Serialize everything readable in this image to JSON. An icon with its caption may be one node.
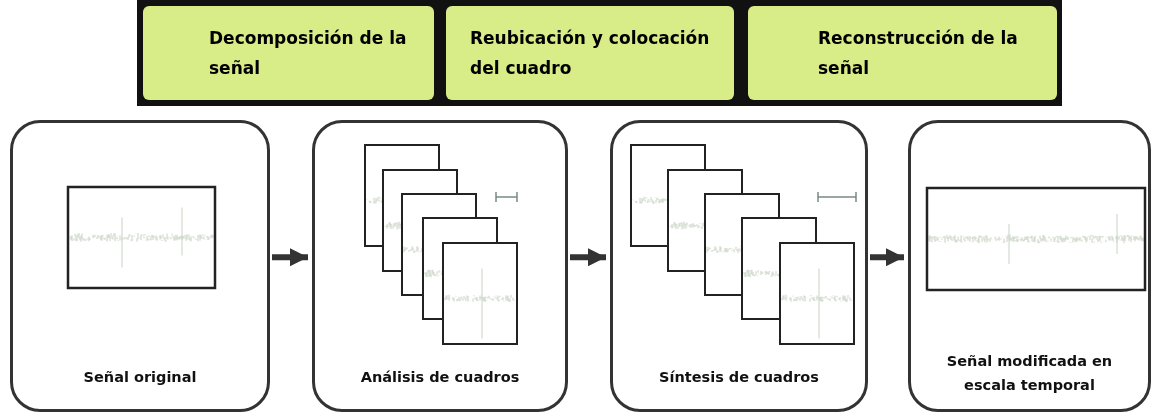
{
  "diagram": {
    "nodes": [
      {
        "text": [
          "Decomposición de la señal"
        ]
      },
      {
        "text": [
          "Reubicación y colocación del cuadro"
        ]
      },
      {
        "text": [
          "Reconstrucción de la señal"
        ]
      },
      {
        "text": [
          "Señal original"
        ]
      },
      {
        "text": [
          "Análisis de cuadros"
        ]
      },
      {
        "text": [
          "Síntesis de cuadros"
        ]
      },
      {
        "text": [
          "Señal modificada en escala temporal"
        ]
      }
    ],
    "edges": [
      {
        "from": 3,
        "to": 4,
        "arrow": "to"
      },
      {
        "from": 4,
        "to": 5,
        "arrow": "to"
      },
      {
        "from": 5,
        "to": 6,
        "arrow": "to"
      }
    ]
  }
}
